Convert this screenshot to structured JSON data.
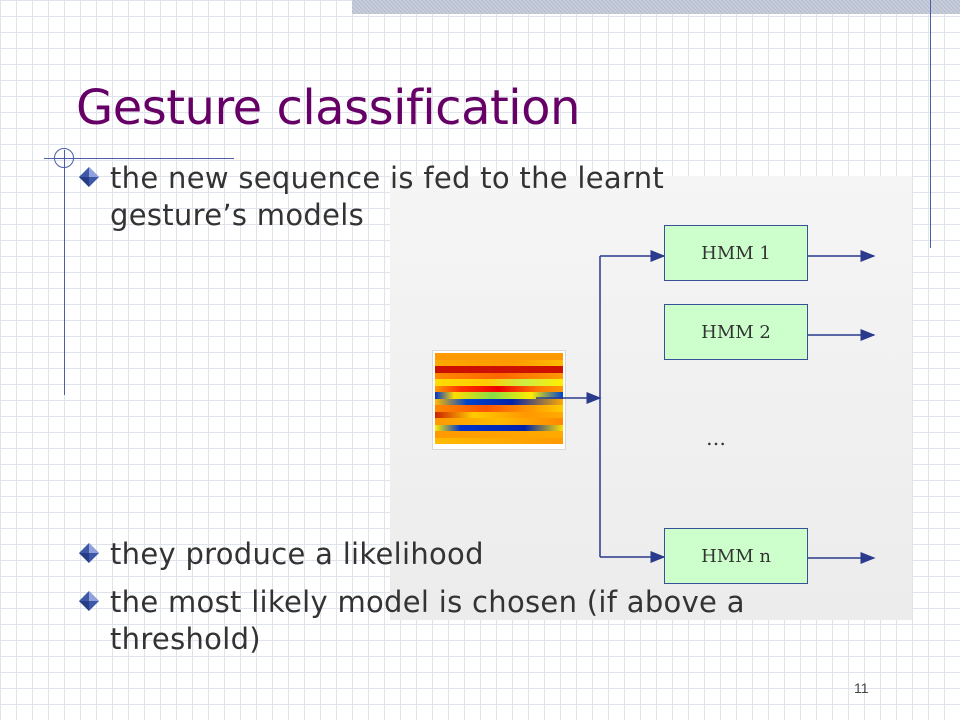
{
  "slide": {
    "title": "Gesture classification",
    "page_number": "11"
  },
  "bullets": [
    {
      "text": "the new sequence is fed to the learnt gesture’s models"
    },
    {
      "text": "they produce a likelihood"
    },
    {
      "text": "the most likely model is chosen (if above a threshold)"
    }
  ],
  "diagram": {
    "models": [
      "HMM 1",
      "HMM 2",
      "HMM n"
    ],
    "ellipsis": "…",
    "box_color": "#ccffcc",
    "line_color": "#2a3a8c"
  },
  "colors": {
    "title": "#660066",
    "text": "#333333",
    "bullet_icon": "#3e58a8"
  },
  "icons": {
    "bullet": "diamond-bullet-icon"
  }
}
